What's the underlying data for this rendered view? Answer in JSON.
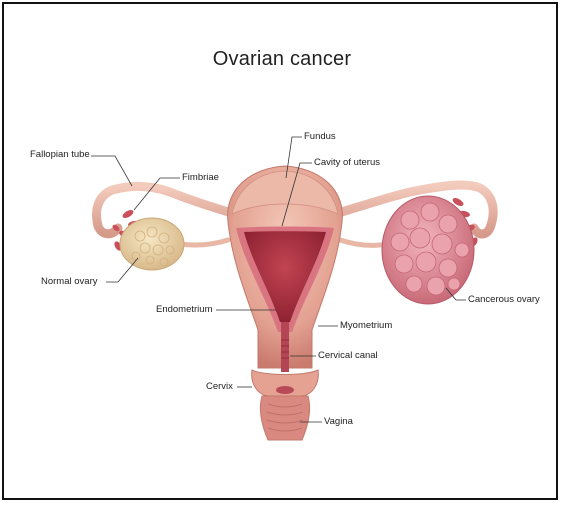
{
  "title": "Ovarian cancer",
  "labels": {
    "fallopian_tube": "Fallopian tube",
    "fimbriae": "Fimbriae",
    "normal_ovary": "Normal ovary",
    "fundus": "Fundus",
    "cavity_of_uterus": "Cavity of uterus",
    "endometrium": "Endometrium",
    "myometrium": "Myometrium",
    "cervical_canal": "Cervical canal",
    "cervix": "Cervix",
    "vagina": "Vagina",
    "cancerous_ovary": "Cancerous ovary"
  },
  "colors": {
    "tissue_outer": "#e9b5a5",
    "tissue_inner": "#c95a62",
    "cavity": "#a8303e",
    "normal_ovary": "#ead3a4",
    "cancerous_ovary": "#e49aa6",
    "fimbriae": "#c9505a"
  }
}
